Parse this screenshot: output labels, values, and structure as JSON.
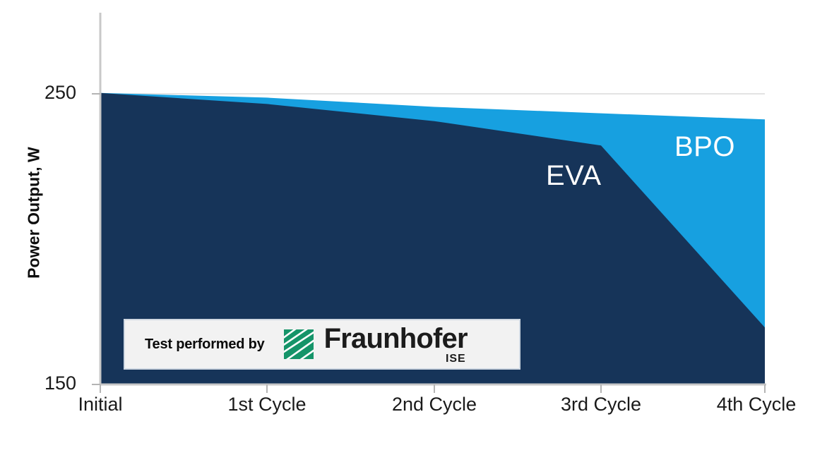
{
  "chart_data": {
    "type": "area",
    "title": "",
    "xlabel": "",
    "ylabel": "Power Output, W",
    "categories": [
      "Initial",
      "1st Cycle",
      "2nd Cycle",
      "3rd Cycle",
      "4th Cycle"
    ],
    "series": [
      {
        "name": "BPO",
        "values": [
          250.3,
          248.7,
          245.5,
          243.3,
          241.2
        ],
        "color": "#17a0e0"
      },
      {
        "name": "EVA",
        "values": [
          250.3,
          246.5,
          240.6,
          232.2,
          169.6
        ],
        "color": "#163459"
      }
    ],
    "ylim": [
      150,
      250
    ],
    "ytick_labels": [
      "250",
      "150"
    ],
    "grid": true,
    "legend_position": "inline-annotations",
    "annotations": [
      {
        "text": "EVA",
        "series": "EVA",
        "color": "#ffffff"
      },
      {
        "text": "BPO",
        "series": "BPO",
        "color": "#ffffff"
      }
    ]
  },
  "axis": {
    "y_title": "Power Output, W",
    "y_ticks": {
      "top": "250",
      "bottom": "150"
    },
    "x_ticks": [
      "Initial",
      "1st Cycle",
      "2nd Cycle",
      "3rd Cycle",
      "4th Cycle"
    ]
  },
  "labels": {
    "eva": "EVA",
    "bpo": "BPO"
  },
  "logo": {
    "caption": "Test performed by",
    "wordmark": "Fraunhofer",
    "institute": "ISE",
    "mark_color": "#159469"
  },
  "colors": {
    "eva_navy": "#163459",
    "bpo_blue": "#17a0e0",
    "axis_line": "#c8c8c8",
    "grid_line": "#e3e3e3",
    "text": "#1a1a1a",
    "background": "#ffffff"
  }
}
